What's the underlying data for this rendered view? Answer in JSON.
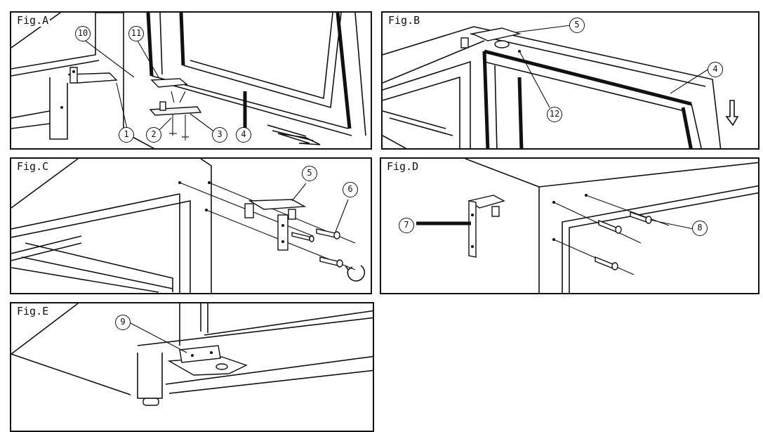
{
  "figures": {
    "a": {
      "label": "Fig.A",
      "callouts": [
        "10",
        "11",
        "1",
        "2",
        "3",
        "4"
      ]
    },
    "b": {
      "label": "Fig.B",
      "callouts": [
        "5",
        "4",
        "12"
      ]
    },
    "c": {
      "label": "Fig.C",
      "callouts": [
        "5",
        "6"
      ]
    },
    "d": {
      "label": "Fig.D",
      "callouts": [
        "7",
        "8"
      ]
    },
    "e": {
      "label": "Fig.E",
      "callouts": [
        "9"
      ]
    }
  },
  "icons": [
    "arrow-right-icon",
    "arrow-down-icon",
    "rotate-arrow-icon"
  ]
}
